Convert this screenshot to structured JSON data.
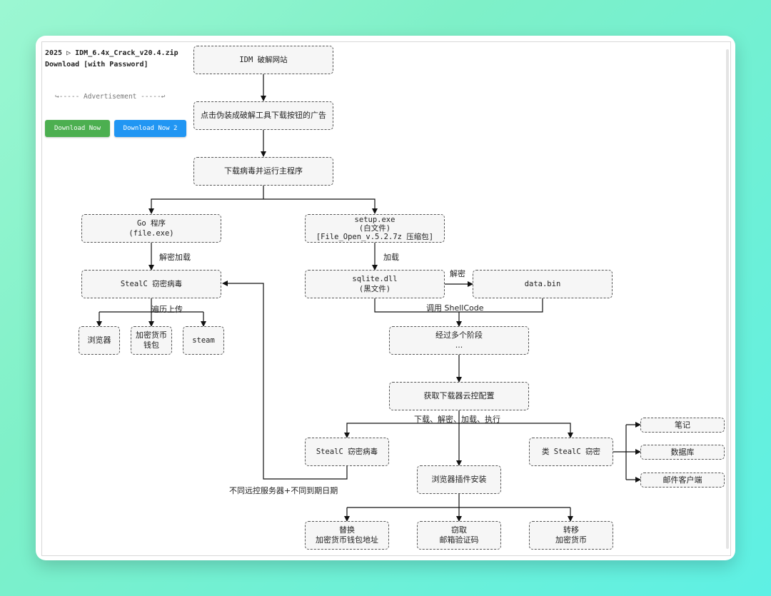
{
  "sidebar": {
    "file_line": "2025 ▷ IDM_6.4x_Crack_v20.4.zip",
    "download_line": "Download [with Password]",
    "advertisement": "↪----- Advertisement -----↩",
    "button1": "Download Now",
    "button2": "Download Now 2",
    "button1_color": "#4caf50",
    "button2_color": "#2196f3"
  },
  "diagram": {
    "nodes": {
      "idm_site": "IDM 破解网站",
      "fake_ad": "点击伪装成破解工具下载按钮的广告",
      "download_run": "下载病毒并运行主程序",
      "go_prog_1": "Go 程序",
      "go_prog_2": "(file.exe)",
      "setup_1": "setup.exe",
      "setup_2": "(白文件)",
      "setup_3": "[File_Open_v.5.2.7z 压缩包]",
      "stealc_top": "StealC 窃密病毒",
      "browser": "浏览器",
      "wallet_1": "加密货币",
      "wallet_2": "钱包",
      "steam": "steam",
      "sqlite_1": "sqlite.dll",
      "sqlite_2": "(黑文件)",
      "databin": "data.bin",
      "stages_1": "经过多个阶段",
      "stages_2": "...",
      "cloud_config": "获取下载器云控配置",
      "stealc_bottom": "StealC 窃密病毒",
      "stealc_like": "类 StealC 窃密",
      "notes": "笔记",
      "database": "数据库",
      "mail_client": "邮件客户端",
      "ext_install": "浏览器插件安装",
      "replace_1": "替换",
      "replace_2": "加密货币钱包地址",
      "steal_1": "窃取",
      "steal_2": "邮箱验证码",
      "transfer_1": "转移",
      "transfer_2": "加密货币"
    },
    "edge_labels": {
      "decrypt_load": "解密加载",
      "load": "加载",
      "decrypt": "解密",
      "traverse_upload": "遍历上传",
      "call_shellcode": "调用 ShellCode",
      "dl_chain": "下载、解密、加载、执行",
      "diff_servers": "不同远控服务器+不同到期日期"
    }
  }
}
